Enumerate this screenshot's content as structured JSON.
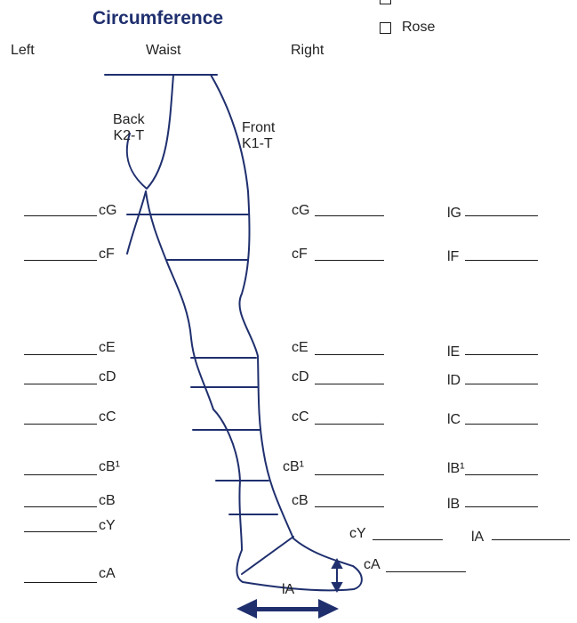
{
  "title": "Circumference",
  "headers": {
    "left": "Left",
    "waist": "Waist",
    "right": "Right"
  },
  "options": [
    {
      "label": "Rose"
    }
  ],
  "diagram_labels": {
    "back": "Back\nK2-T",
    "front": "Front\nK1-T",
    "foot_length": "lA"
  },
  "rows": [
    {
      "left": "cG",
      "right": "cG",
      "length": "lG"
    },
    {
      "left": "cF",
      "right": "cF",
      "length": "lF"
    },
    {
      "left": "cE",
      "right": "cE",
      "length": "lE"
    },
    {
      "left": "cD",
      "right": "cD",
      "length": "lD"
    },
    {
      "left": "cC",
      "right": "cC",
      "length": "lC"
    },
    {
      "left": "cB¹",
      "right": "cB¹",
      "length": "lB¹"
    },
    {
      "left": "cB",
      "right": "cB",
      "length": "lB"
    },
    {
      "left": "cY",
      "right": "cY",
      "length": "lA"
    },
    {
      "left": "cA",
      "right": "cA"
    }
  ],
  "colors": {
    "outline": "#1f2f6e",
    "title": "#1f2f6e"
  }
}
